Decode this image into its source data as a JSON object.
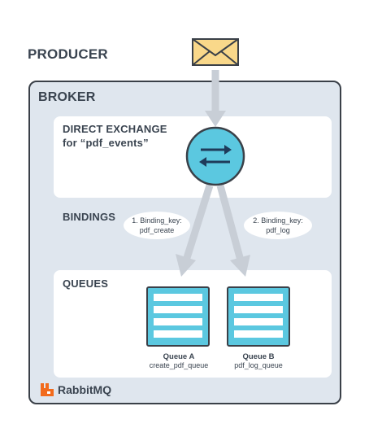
{
  "producer": {
    "label": "PRODUCER"
  },
  "broker": {
    "label": "BROKER",
    "exchange": {
      "line1": "DIRECT EXCHANGE",
      "line2": "for “pdf_events”"
    },
    "bindings": {
      "label": "BINDINGS",
      "items": [
        {
          "line1": "1. Binding_key:",
          "line2": "pdf_create"
        },
        {
          "line1": "2. Binding_key:",
          "line2": "pdf_log"
        }
      ]
    },
    "queues": {
      "label": "QUEUES",
      "items": [
        {
          "name": "Queue A",
          "id": "create_pdf_queue"
        },
        {
          "name": "Queue B",
          "id": "pdf_log_queue"
        }
      ]
    }
  },
  "logo": {
    "text": "RabbitMQ"
  },
  "colors": {
    "envelope": "#f9d88a",
    "exchange": "#5bc8e0",
    "queue": "#5bc8e0",
    "arrow": "#c8ced6",
    "outline": "#3a4048",
    "logo_orange": "#f26b1d"
  },
  "icons": [
    "envelope-icon",
    "exchange-swap-icon",
    "rabbitmq-logo-icon"
  ]
}
